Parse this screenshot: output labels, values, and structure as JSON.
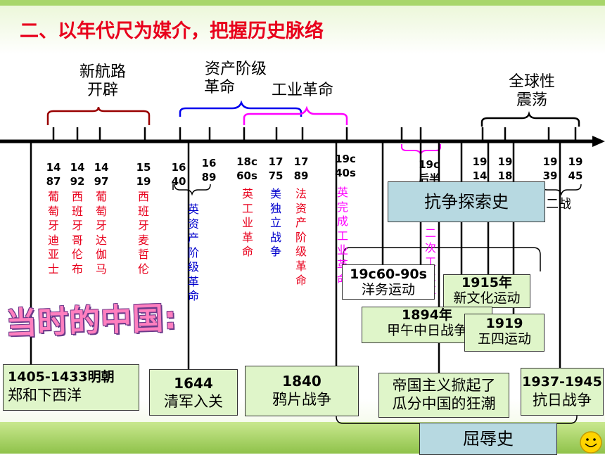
{
  "title": "二、以年代尺为媒介，把握历史脉络",
  "eras": {
    "new_route": [
      "新航路",
      "开辟"
    ],
    "bourgeois": [
      "资产阶级",
      "革命"
    ],
    "industrial": "工业革命",
    "global": [
      "全球性",
      "震荡"
    ]
  },
  "years": [
    {
      "id": "y1487",
      "top": "14",
      "bottom": "87",
      "event": "葡萄牙迪亚士",
      "color": "red"
    },
    {
      "id": "y1492",
      "top": "14",
      "bottom": "92",
      "event": "西班牙哥伦布",
      "color": "red"
    },
    {
      "id": "y1497",
      "top": "14",
      "bottom": "97",
      "event": "葡萄牙达伽马",
      "color": "red"
    },
    {
      "id": "y1519",
      "top": "15",
      "bottom": "19",
      "event": "西班牙麦哲伦",
      "color": "red"
    },
    {
      "id": "y1640",
      "top": "16",
      "bottom": "40",
      "event": "英资产阶级革命",
      "color": "blue"
    },
    {
      "id": "y1689",
      "top": "16",
      "bottom": "89",
      "event": "",
      "color": "blue"
    },
    {
      "id": "y18c60",
      "top": "18c",
      "bottom": "60s",
      "event": "英工业革命",
      "color": "red"
    },
    {
      "id": "y1775",
      "top": "17",
      "bottom": "75",
      "event": "美独立战争",
      "color": "blue"
    },
    {
      "id": "y1789",
      "top": "17",
      "bottom": "89",
      "event": "法资产阶级革命",
      "color": "red"
    },
    {
      "id": "y19c40",
      "top": "19c",
      "bottom": "40s",
      "event": "英完成工业革命",
      "color": "mag"
    },
    {
      "id": "y19c",
      "top": "19c",
      "bottom": "后半",
      "event": "二次工业革",
      "color": "mag"
    },
    {
      "id": "y1914",
      "top": "19",
      "bottom": "14",
      "event": "",
      "color": "red"
    },
    {
      "id": "y1918",
      "top": "19",
      "bottom": "18",
      "event": "",
      "color": "red"
    },
    {
      "id": "y1939",
      "top": "19",
      "bottom": "39",
      "event": "",
      "color": "red"
    },
    {
      "id": "y1945",
      "top": "19",
      "bottom": "45",
      "event": "",
      "color": "red"
    }
  ],
  "ww2": "二战",
  "china_label": "当时的中国:",
  "boxes": {
    "struggle": "抗争探索史",
    "humiliation": "屈辱史",
    "zhenghe": [
      "1405-1433明朝",
      "郑和下西洋"
    ],
    "qing": [
      "1644",
      "清军入关"
    ],
    "opium": [
      "1840",
      "鸦片战争"
    ],
    "westernization": [
      "19c60-90s",
      "洋务运动"
    ],
    "sino_japanese": [
      "1894年",
      "甲午中日战争"
    ],
    "new_culture": [
      "1915年",
      "新文化运动"
    ],
    "may4": [
      "1919",
      "五四运动"
    ],
    "partition": [
      "帝国主义掀起了",
      "瓜分中国的狂潮"
    ],
    "anti_japanese": [
      "1937-1945",
      "抗日战争"
    ]
  },
  "colors": {
    "title": "#e8001c",
    "red": "#e8001c",
    "blue": "#0000cc",
    "magenta": "#ff00ff",
    "brace_red": "#990000",
    "box_teal": "#b7d9e1",
    "box_green": "#dff5c9"
  },
  "icons": [
    "smiley-icon"
  ]
}
